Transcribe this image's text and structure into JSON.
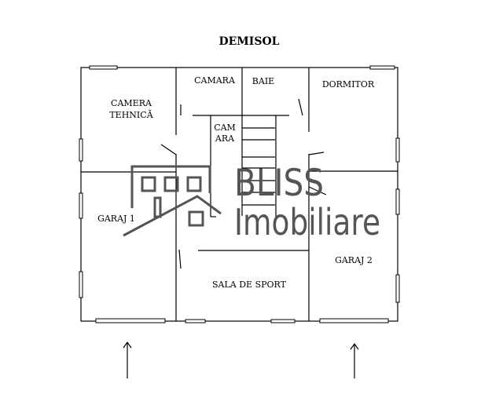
{
  "title": "DEMISOL",
  "rooms": {
    "camera_tehnica_1": "CAMERA",
    "camera_tehnica_2": "TEHNICĂ",
    "camara": "CAMARA",
    "baie": "BAIE",
    "dormitor": "DORMITOR",
    "camara_small_1": "CAM",
    "camara_small_2": "ARA",
    "garaj1": "GARAJ  1",
    "garaj2": "GARAJ 2",
    "sala_sport": "SALA DE  SPORT"
  },
  "watermark": {
    "line1": "BLISS",
    "line2": "Imobiliare"
  }
}
